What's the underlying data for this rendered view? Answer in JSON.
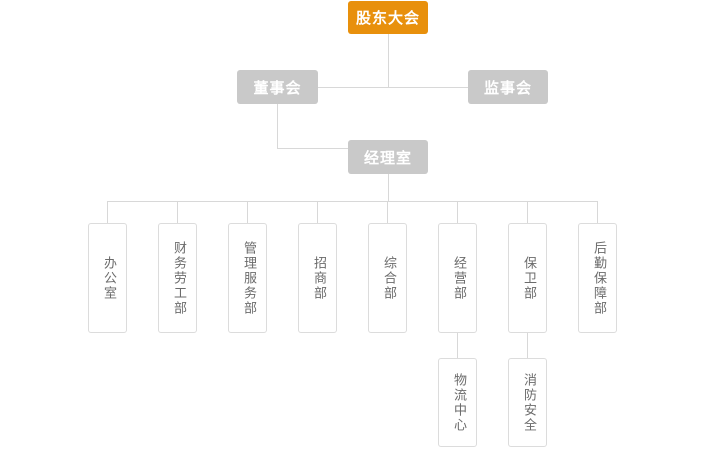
{
  "chart": {
    "title_node": "股东大会",
    "colors": {
      "root_fill": "#e8900c",
      "level_fill": "#c9c9c9",
      "box_border": "#dcdcdc",
      "line": "#d8d8d8",
      "box_text": "#6b6b6b",
      "top_text": "#ffffff"
    },
    "levels": {
      "root": {
        "label": "股东大会"
      },
      "board": {
        "label": "董事会"
      },
      "supervisors": {
        "label": "监事会"
      },
      "manager": {
        "label": "经理室"
      }
    },
    "departments": [
      {
        "label": "办公室"
      },
      {
        "label": "财务劳工部"
      },
      {
        "label": "管理服务部"
      },
      {
        "label": "招商部"
      },
      {
        "label": "综合部"
      },
      {
        "label": "经营部"
      },
      {
        "label": "保卫部"
      },
      {
        "label": "后勤保障部"
      }
    ],
    "sub_units": [
      {
        "label": "物流中心",
        "parent": "经营部"
      },
      {
        "label": "消防安全",
        "parent": "保卫部"
      }
    ]
  }
}
